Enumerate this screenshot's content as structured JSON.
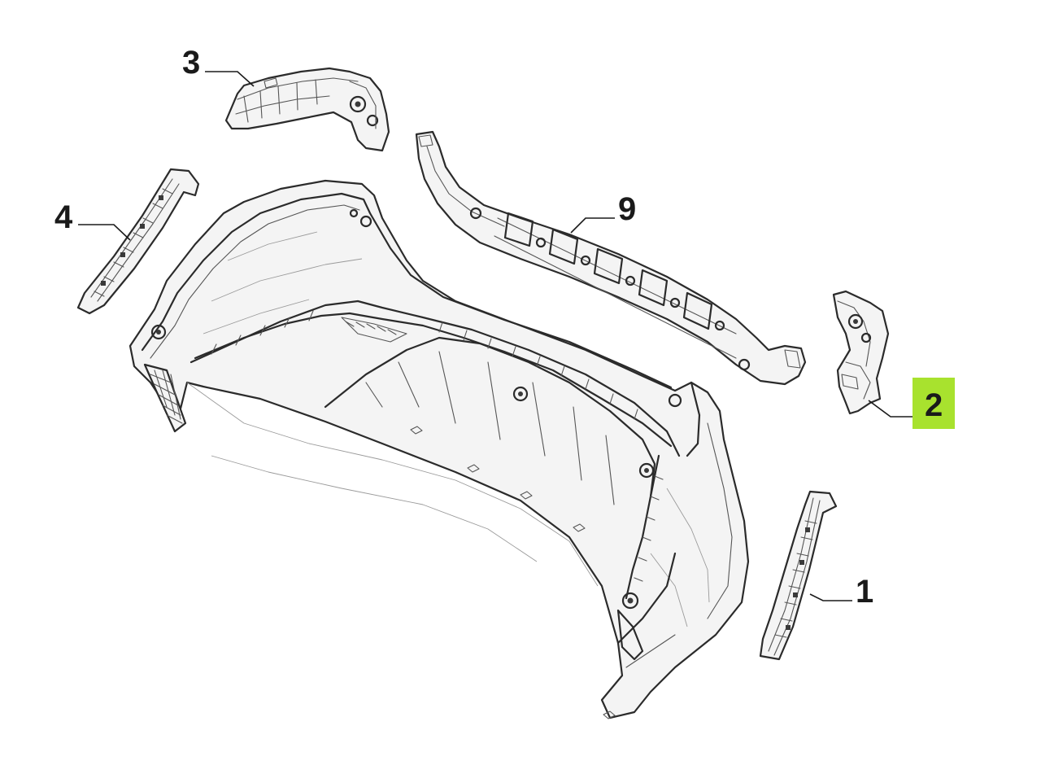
{
  "callouts": [
    {
      "id": "1",
      "label": "1",
      "highlighted": false
    },
    {
      "id": "2",
      "label": "2",
      "highlighted": true
    },
    {
      "id": "3",
      "label": "3",
      "highlighted": false
    },
    {
      "id": "4",
      "label": "4",
      "highlighted": false
    },
    {
      "id": "9",
      "label": "9",
      "highlighted": false
    }
  ],
  "colors": {
    "highlight": "#a8e22e",
    "line": "#2b2b2b",
    "background": "#ffffff"
  }
}
